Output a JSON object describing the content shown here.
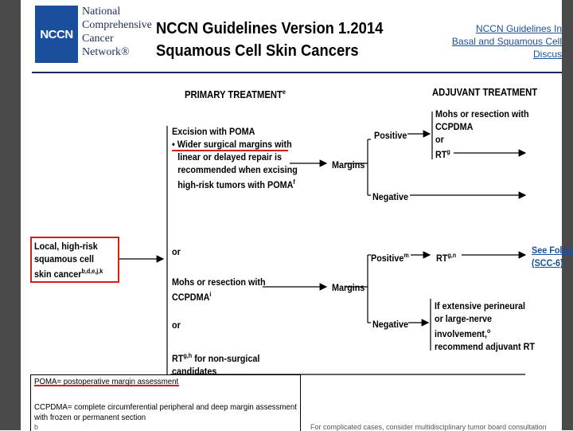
{
  "logo": {
    "box": "NCCN",
    "lines": [
      "National",
      "Comprehensive",
      "Cancer",
      "Network®"
    ]
  },
  "header": {
    "title_line1": "NCCN Guidelines Version 1.2014",
    "title_line2": "Squamous Cell Skin Cancers"
  },
  "top_links": {
    "link1": "NCCN Guidelines In",
    "link2": "Basal and Squamous Cell",
    "link3": "Discus"
  },
  "columns": {
    "primary": "PRIMARY TREATMENT",
    "primary_sup": "e",
    "adjuvant": "ADJUVANT TREATMENT"
  },
  "patient": {
    "line1": "Local, high-risk",
    "line2": "squamous cell",
    "line3": "skin cancer",
    "sup": "b,d,e,j,k"
  },
  "option1": {
    "line1": "Excision with POMA",
    "line2": "• Wider surgical margins with",
    "line3": "linear or delayed repair is",
    "line4": "recommended when excising",
    "line5": "high-risk tumors with POMA",
    "sup": "f"
  },
  "or1": "or",
  "option2": {
    "line1": "Mohs or resection with",
    "line2": "CCPDMA",
    "sup": "i"
  },
  "or2": "or",
  "option3": {
    "line1": "RT",
    "sup": "g,h",
    "line1_rest": " for non-surgical",
    "line2": "candidates"
  },
  "margins": {
    "label1": "Margins",
    "label2": "Margins"
  },
  "results": {
    "positive1": "Positive",
    "negative1": "Negative",
    "positive2": "Positive",
    "positive2_sup": "m",
    "negative2": "Negative"
  },
  "adjuvant": {
    "a1_line1": "Mohs or resection with",
    "a1_line2": "CCPDMA",
    "a1_line3": "or",
    "a1_line4": "RT",
    "a1_sup": "g",
    "a2": "RT",
    "a2_sup": "g,n",
    "a3_line1": "If extensive perineural",
    "a3_line2": "or large-nerve",
    "a3_line3": "involvement,",
    "a3_sup": "o",
    "a3_line4": "recommend adjuvant RT"
  },
  "followup": {
    "line1": "See Follow",
    "line2": "(SCC-6)"
  },
  "footnotes": {
    "poma": "POMA= postoperative margin assessment",
    "ccpdma1": "CCPDMA= complete circumferential peripheral and deep margin assessment",
    "ccpdma2": "with frozen or permanent section",
    "cut_left": "b",
    "cut_right": "For complicated cases, consider multidisciplinary tumor board consultation"
  },
  "colors": {
    "accent": "#1a4f9c",
    "highlight": "#d21f1f",
    "rule": "#1e2a55"
  }
}
